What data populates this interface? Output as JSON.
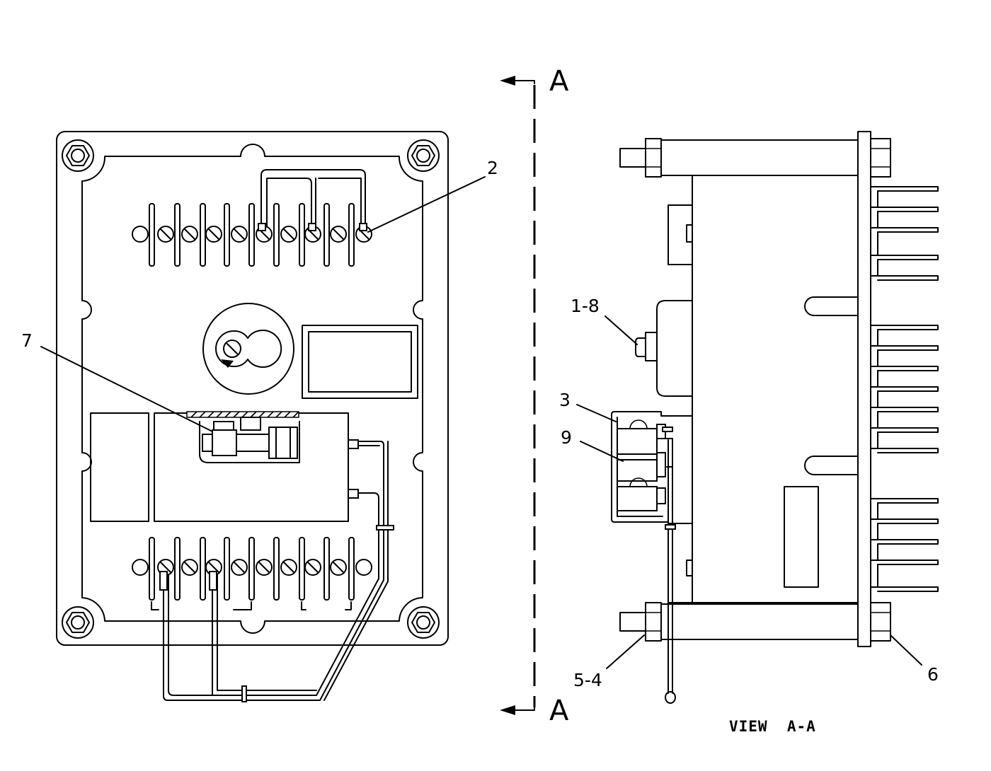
{
  "callouts": {
    "c1": "2",
    "c2": "7",
    "c3": "1-8",
    "c4": "3",
    "c5": "9",
    "c6": "5-4",
    "c7": "6"
  },
  "section": {
    "top": "A",
    "bottom": "A"
  },
  "view_caption": "VIEW  A-A"
}
